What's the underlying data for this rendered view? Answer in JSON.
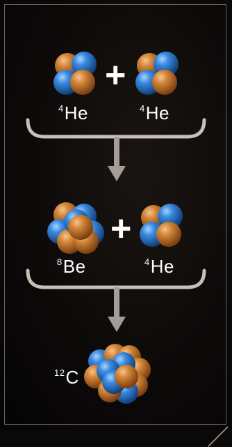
{
  "colors": {
    "proton": "#c9772a",
    "neutron": "#2f7fcf",
    "bracket": "#c8bfb8",
    "arrow": "#a39c97",
    "text": "#ffffff"
  },
  "step1": {
    "left": {
      "mass": "4",
      "symbol": "He"
    },
    "operator": "+",
    "right": {
      "mass": "4",
      "symbol": "He"
    }
  },
  "step2": {
    "left": {
      "mass": "8",
      "symbol": "Be"
    },
    "operator": "+",
    "right": {
      "mass": "4",
      "symbol": "He"
    }
  },
  "step3": {
    "product": {
      "mass": "12",
      "symbol": "C"
    }
  }
}
